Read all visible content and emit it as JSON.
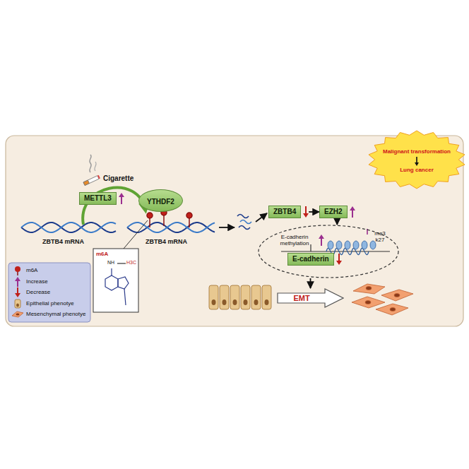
{
  "diagram": {
    "nodes": [
      {
        "text": [
          "METTL3"
        ]
      },
      {
        "text": [
          "YTHDF2"
        ]
      },
      {
        "text": [
          "ZBTB4"
        ]
      },
      {
        "text": [
          "EZH2"
        ]
      },
      {
        "text": [
          "E-cadherin methylation",
          "me3 k27"
        ]
      },
      {
        "text": [
          "E-cadherin"
        ],
        "in": 4
      },
      {
        "text": [
          "EMT"
        ]
      },
      {
        "text": [
          "Malignant transformation",
          "Lung cancer"
        ]
      }
    ],
    "edges": [
      {
        "from": 2,
        "to": 3,
        "arrow": "to"
      },
      {
        "from": 3,
        "to": 4,
        "arrow": "to"
      },
      {
        "from": 4,
        "to": 6,
        "arrow": "to"
      }
    ],
    "labels": [
      "Cigarette",
      "ZBTB4 mRNA",
      "ZBTB4 mRNA",
      "m6A",
      "NH",
      "H3C"
    ],
    "legend": [
      {
        "text": "m6A"
      },
      {
        "text": "Increase"
      },
      {
        "text": "Decrease"
      },
      {
        "text": "Epithelial phenotye"
      },
      {
        "text": "Mesenchymal phenotye"
      }
    ]
  }
}
